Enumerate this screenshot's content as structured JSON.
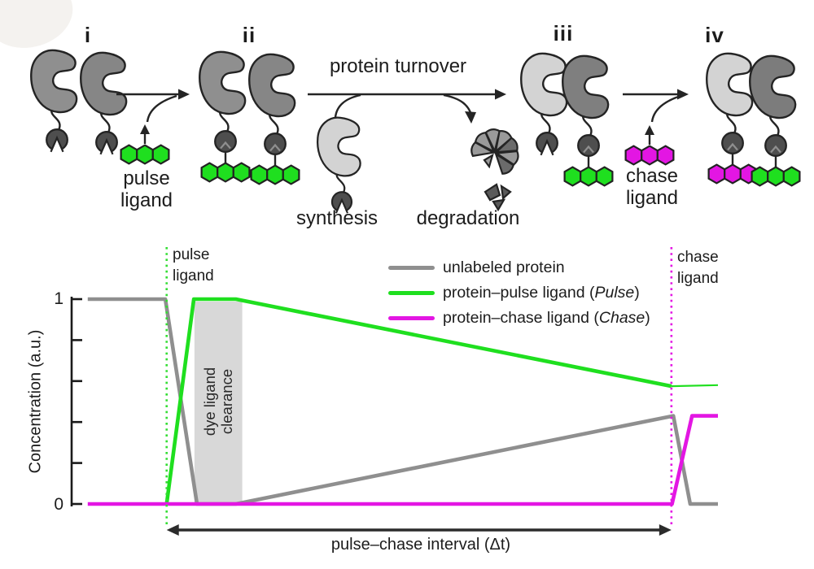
{
  "diagram": {
    "stages": [
      {
        "numeral": "i"
      },
      {
        "numeral": "ii"
      },
      {
        "numeral": "iii"
      },
      {
        "numeral": "iv"
      }
    ],
    "pulse_ligand_label": "pulse\nligand",
    "turnover_label": "protein turnover",
    "synthesis_label": "synthesis",
    "degradation_label": "degradation",
    "chase_ligand_label": "chase\nligand",
    "colors": {
      "protein_gray": "#8f8f8f",
      "protein_light": "#d3d3d3",
      "tag_dark": "#4e4e4e",
      "outline": "#242424",
      "pulse_ligand_green": "#1fdf1f",
      "chase_ligand_magenta": "#e316e3"
    }
  },
  "chart_data": {
    "type": "line",
    "title": "",
    "xlabel": "",
    "ylabel": "Concentration (a.u.)",
    "x_domain": [
      0,
      100
    ],
    "ylim": [
      0,
      1
    ],
    "grid": false,
    "legend_position": "top-right",
    "y_ticks": [
      0,
      0.2,
      0.4,
      0.6,
      0.8,
      1
    ],
    "y_axis": {
      "label": "Concentration (a.u.)",
      "top_label": "1",
      "bottom_label": "0"
    },
    "series": [
      {
        "name": "unlabeled protein",
        "color": "#8f8f8f",
        "width": 4.6,
        "legend": true,
        "points": [
          [
            2.5,
            1
          ],
          [
            14.5,
            1
          ],
          [
            19.4,
            0
          ],
          [
            25.4,
            0
          ],
          [
            93.1,
            0.43
          ],
          [
            95.7,
            0
          ],
          [
            100,
            0
          ]
        ]
      },
      {
        "name": "protein–pulse ligand (Pulse)",
        "color": "#1fdf1f",
        "width": 4.6,
        "legend": true,
        "points": [
          [
            14.7,
            0
          ],
          [
            18.9,
            1
          ],
          [
            25.4,
            1
          ],
          [
            92.8,
            0.575
          ]
        ]
      },
      {
        "name": "",
        "color": "#1fdf1f",
        "width": 2.2,
        "legend": false,
        "points": [
          [
            92.8,
            0.575
          ],
          [
            100,
            0.58
          ]
        ]
      },
      {
        "name": "protein–chase ligand (Chase)",
        "color": "#e316e3",
        "width": 4.6,
        "legend": true,
        "points": [
          [
            2.5,
            0
          ],
          [
            92.9,
            0
          ],
          [
            96,
            0.43
          ],
          [
            100,
            0.43
          ]
        ]
      }
    ],
    "legend": [
      {
        "prefix": "unlabeled protein",
        "italic": "",
        "suffix": "",
        "color": "#8f8f8f"
      },
      {
        "prefix": "protein–pulse ligand (",
        "italic": "Pulse",
        "suffix": ")",
        "color": "#1fdf1f"
      },
      {
        "prefix": "protein–chase ligand (",
        "italic": "Chase",
        "suffix": ")",
        "color": "#e316e3"
      }
    ],
    "annotations": {
      "pulse_vline": {
        "x": 14.7,
        "color": "#33dd33",
        "style": "dotted",
        "label": "pulse\nligand"
      },
      "chase_vline": {
        "x": 92.8,
        "color": "#e316e3",
        "style": "dotted",
        "label": "chase\nligand"
      },
      "clearance_band": {
        "x0": 19,
        "x1": 26.4,
        "color": "#d8d8d8",
        "label": "dye ligand\nclearance"
      },
      "interval_arrow": {
        "x0": 14.7,
        "x1": 92.8,
        "label": "pulse–chase interval (Δt)"
      }
    }
  }
}
